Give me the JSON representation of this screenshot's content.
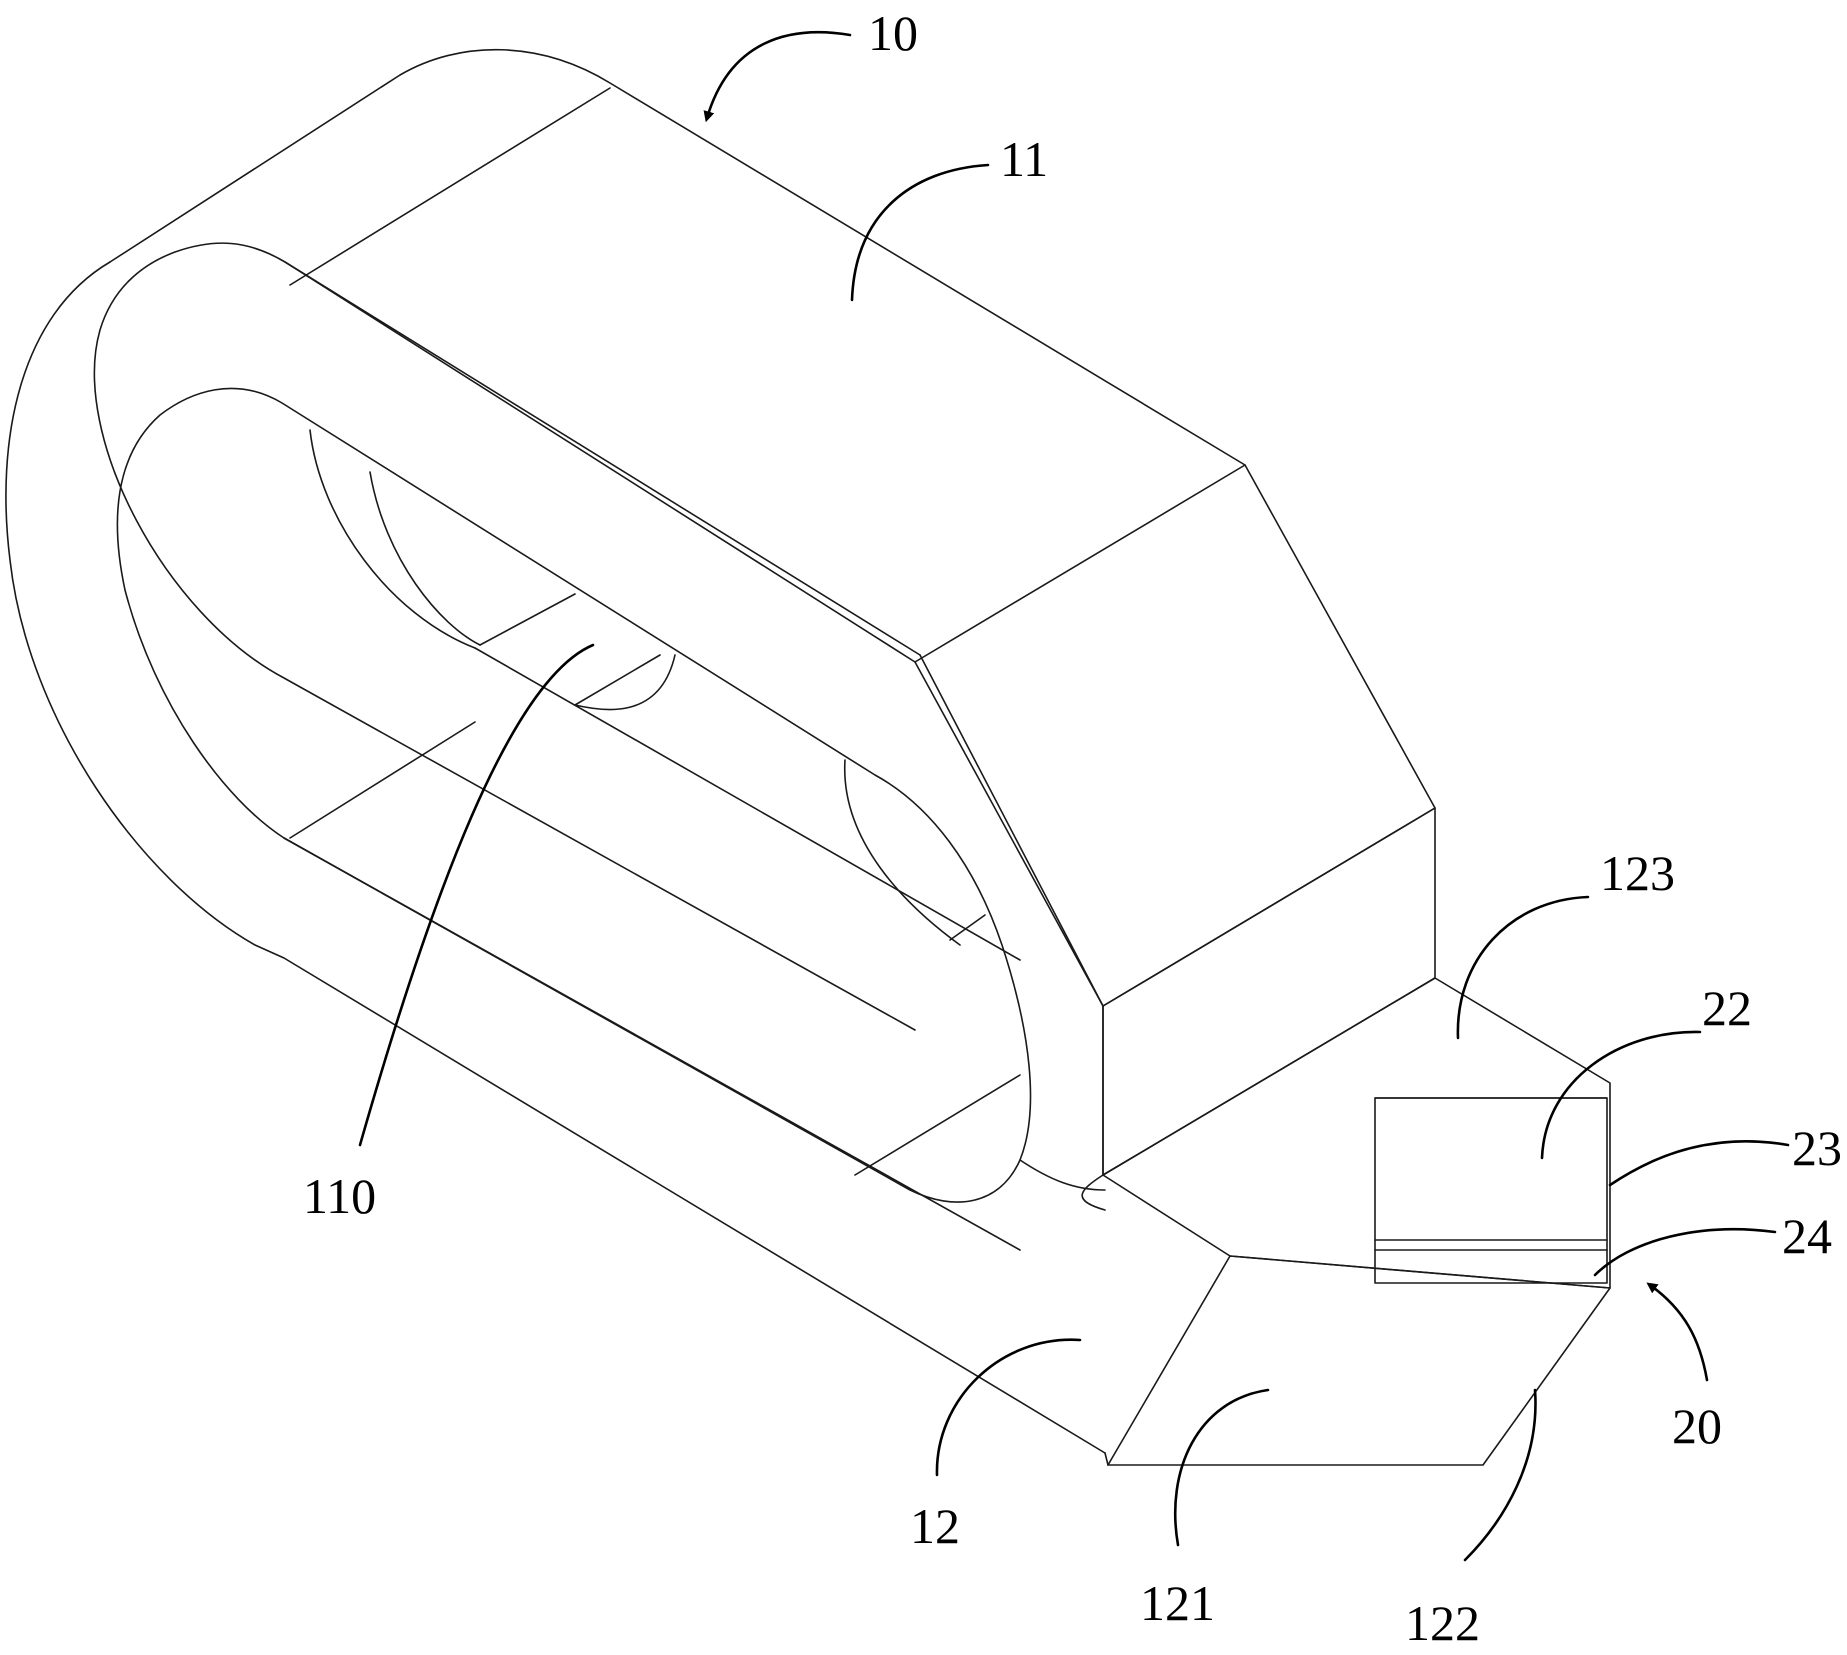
{
  "labels": {
    "l10": "10",
    "l11": "11",
    "l110": "110",
    "l12": "12",
    "l121": "121",
    "l122": "122",
    "l123": "123",
    "l20": "20",
    "l22": "22",
    "l23": "23",
    "l24": "24"
  },
  "colors": {
    "line": "#1a1a1a",
    "background": "#ffffff"
  }
}
